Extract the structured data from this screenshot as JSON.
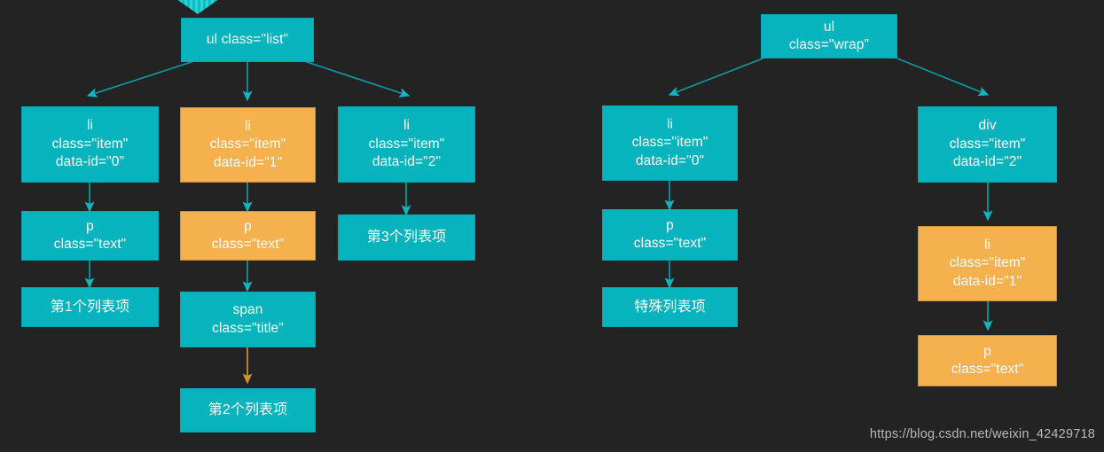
{
  "diagram": {
    "title": "DOM tree diagram",
    "background_color": "#232323",
    "palette": {
      "teal": "#07b4bd",
      "orange": "#f5b14e",
      "edge_teal": "#0e9aa2",
      "edge_orange": "#d3912f",
      "text": "#ffffff",
      "watermark_text": "#b9b9b9"
    },
    "watermark": "https://blog.csdn.net/weixin_42429718",
    "trees": [
      {
        "name": "list-tree",
        "root": "ul class=\"list\""
      },
      {
        "name": "wrap-tree",
        "root": "ul class=\"wrap\""
      }
    ],
    "nodes": [
      {
        "id": "ul_list",
        "color": "teal",
        "lines": [
          "ul class=\"list\""
        ]
      },
      {
        "id": "li_item_0",
        "color": "teal",
        "lines": [
          "li",
          "class=\"item\"",
          "data-id=\"0\""
        ]
      },
      {
        "id": "li_item_1",
        "color": "orange",
        "lines": [
          "li",
          "class=\"item\"",
          "data-id=\"1\""
        ]
      },
      {
        "id": "li_item_2",
        "color": "teal",
        "lines": [
          "li",
          "class=\"item\"",
          "data-id=\"2\""
        ]
      },
      {
        "id": "p_text_a",
        "color": "teal",
        "lines": [
          "p",
          "class=\"text\""
        ]
      },
      {
        "id": "p_text_b",
        "color": "orange",
        "lines": [
          "p",
          "class=\"text\""
        ]
      },
      {
        "id": "text_item_3",
        "color": "teal",
        "lines": [
          "第3个列表项"
        ]
      },
      {
        "id": "text_item_1",
        "color": "teal",
        "lines": [
          "第1个列表项"
        ]
      },
      {
        "id": "span_title",
        "color": "teal",
        "lines": [
          "span",
          "class=\"title\""
        ]
      },
      {
        "id": "text_item_2",
        "color": "teal",
        "lines": [
          "第2个列表项"
        ]
      },
      {
        "id": "ul_wrap",
        "color": "teal",
        "lines": [
          "ul",
          "class=\"wrap\""
        ]
      },
      {
        "id": "li_wrap_0",
        "color": "teal",
        "lines": [
          "li",
          "class=\"item\"",
          "data-id=\"0\""
        ]
      },
      {
        "id": "p_text_c",
        "color": "teal",
        "lines": [
          "p",
          "class=\"text\""
        ]
      },
      {
        "id": "text_special",
        "color": "teal",
        "lines": [
          "特殊列表项"
        ]
      },
      {
        "id": "div_item_2",
        "color": "teal",
        "lines": [
          "div",
          "class=\"item\"",
          "data-id=\"2\""
        ]
      },
      {
        "id": "li_wrap_1",
        "color": "orange",
        "lines": [
          "li",
          "class=\"item\"",
          "data-id=\"1\""
        ]
      },
      {
        "id": "p_text_d",
        "color": "orange",
        "lines": [
          "p",
          "class=\"text\""
        ]
      }
    ],
    "edges": [
      {
        "from": "ul_list",
        "to": "li_item_0",
        "color": "teal"
      },
      {
        "from": "ul_list",
        "to": "li_item_1",
        "color": "teal"
      },
      {
        "from": "ul_list",
        "to": "li_item_2",
        "color": "teal"
      },
      {
        "from": "li_item_0",
        "to": "p_text_a",
        "color": "teal"
      },
      {
        "from": "li_item_1",
        "to": "p_text_b",
        "color": "teal"
      },
      {
        "from": "li_item_2",
        "to": "text_item_3",
        "color": "teal"
      },
      {
        "from": "p_text_a",
        "to": "text_item_1",
        "color": "teal"
      },
      {
        "from": "p_text_b",
        "to": "span_title",
        "color": "teal"
      },
      {
        "from": "span_title",
        "to": "text_item_2",
        "color": "orange"
      },
      {
        "from": "ul_wrap",
        "to": "li_wrap_0",
        "color": "teal"
      },
      {
        "from": "ul_wrap",
        "to": "div_item_2",
        "color": "teal"
      },
      {
        "from": "li_wrap_0",
        "to": "p_text_c",
        "color": "teal"
      },
      {
        "from": "p_text_c",
        "to": "text_special",
        "color": "teal"
      },
      {
        "from": "div_item_2",
        "to": "li_wrap_1",
        "color": "teal"
      },
      {
        "from": "li_wrap_1",
        "to": "p_text_d",
        "color": "teal"
      }
    ],
    "labels": {
      "ul_list_l0": "ul class=\"list\"",
      "li_item_0_l0": "li",
      "li_item_0_l1": "class=\"item\"",
      "li_item_0_l2": "data-id=\"0\"",
      "li_item_1_l0": "li",
      "li_item_1_l1": "class=\"item\"",
      "li_item_1_l2": "data-id=\"1\"",
      "li_item_2_l0": "li",
      "li_item_2_l1": "class=\"item\"",
      "li_item_2_l2": "data-id=\"2\"",
      "p_text_a_l0": "p",
      "p_text_a_l1": "class=\"text\"",
      "p_text_b_l0": "p",
      "p_text_b_l1": "class=\"text\"",
      "text_item_3_l0": "第3个列表项",
      "text_item_1_l0": "第1个列表项",
      "span_title_l0": "span",
      "span_title_l1": "class=\"title\"",
      "text_item_2_l0": "第2个列表项",
      "ul_wrap_l0": "ul",
      "ul_wrap_l1": "class=\"wrap\"",
      "li_wrap_0_l0": "li",
      "li_wrap_0_l1": "class=\"item\"",
      "li_wrap_0_l2": "data-id=\"0\"",
      "p_text_c_l0": "p",
      "p_text_c_l1": "class=\"text\"",
      "text_special_l0": "特殊列表项",
      "div_item_2_l0": "div",
      "div_item_2_l1": "class=\"item\"",
      "div_item_2_l2": "data-id=\"2\"",
      "li_wrap_1_l0": "li",
      "li_wrap_1_l1": "class=\"item\"",
      "li_wrap_1_l2": "data-id=\"1\"",
      "p_text_d_l0": "p",
      "p_text_d_l1": "class=\"text\""
    }
  }
}
